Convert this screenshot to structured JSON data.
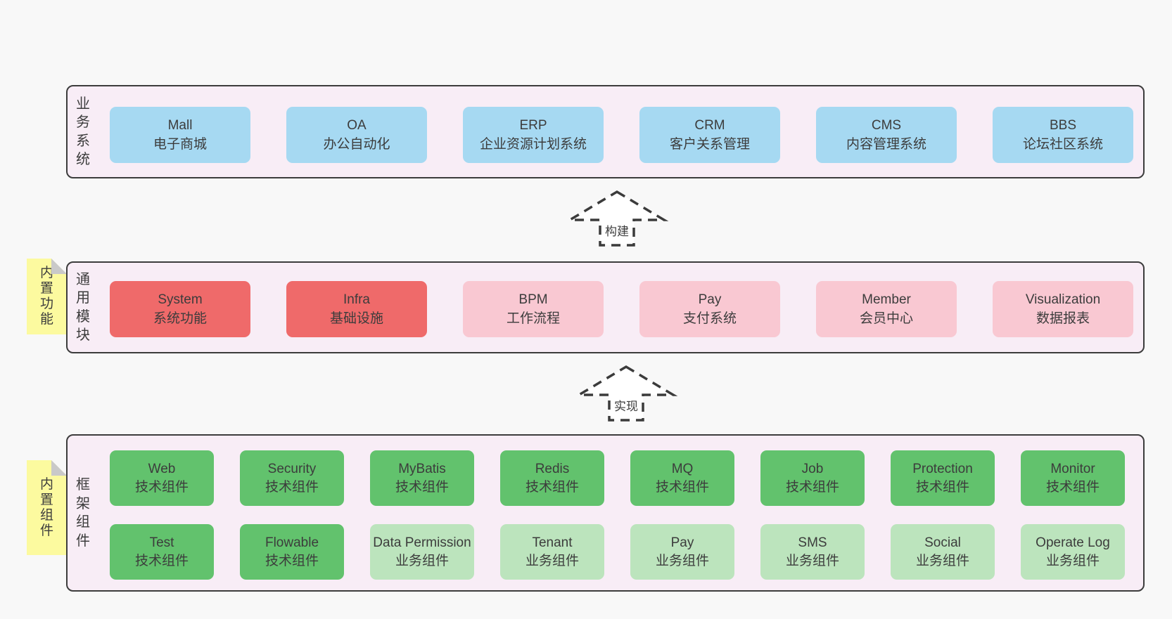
{
  "colors": {
    "page_bg": "#f8f8f8",
    "section_bg": "#f8edf6",
    "section_border": "#3c3c3c",
    "blue": "#a6d9f2",
    "red": "#ef6a6a",
    "pink": "#f9c8d2",
    "green": "#62c26d",
    "light_green": "#bce4bd",
    "note_yellow": "#fcfa9f",
    "note_fold": "#c9c9c9",
    "text_dark": "#3c3c3c",
    "arrow_line": "#3b3b3b"
  },
  "sections": {
    "business": {
      "label": "业务系统",
      "boxes": [
        {
          "title": "Mall",
          "subtitle": "电子商城"
        },
        {
          "title": "OA",
          "subtitle": "办公自动化"
        },
        {
          "title": "ERP",
          "subtitle": "企业资源计划系统"
        },
        {
          "title": "CRM",
          "subtitle": "客户关系管理"
        },
        {
          "title": "CMS",
          "subtitle": "内容管理系统"
        },
        {
          "title": "BBS",
          "subtitle": "论坛社区系统"
        }
      ]
    },
    "modules": {
      "label": "通用模块",
      "note": "内置功能",
      "boxes": [
        {
          "title": "System",
          "subtitle": "系统功能"
        },
        {
          "title": "Infra",
          "subtitle": "基础设施"
        },
        {
          "title": "BPM",
          "subtitle": "工作流程"
        },
        {
          "title": "Pay",
          "subtitle": "支付系统"
        },
        {
          "title": "Member",
          "subtitle": "会员中心"
        },
        {
          "title": "Visualization",
          "subtitle": "数据报表"
        }
      ]
    },
    "framework": {
      "label": "框架组件",
      "note": "内置组件",
      "row1": [
        {
          "title": "Web",
          "subtitle": "技术组件"
        },
        {
          "title": "Security",
          "subtitle": "技术组件"
        },
        {
          "title": "MyBatis",
          "subtitle": "技术组件"
        },
        {
          "title": "Redis",
          "subtitle": "技术组件"
        },
        {
          "title": "MQ",
          "subtitle": "技术组件"
        },
        {
          "title": "Job",
          "subtitle": "技术组件"
        },
        {
          "title": "Protection",
          "subtitle": "技术组件"
        },
        {
          "title": "Monitor",
          "subtitle": "技术组件"
        }
      ],
      "row2": [
        {
          "title": "Test",
          "subtitle": "技术组件"
        },
        {
          "title": "Flowable",
          "subtitle": "技术组件"
        },
        {
          "title": "Data Permission",
          "subtitle": "业务组件"
        },
        {
          "title": "Tenant",
          "subtitle": "业务组件"
        },
        {
          "title": "Pay",
          "subtitle": "业务组件"
        },
        {
          "title": "SMS",
          "subtitle": "业务组件"
        },
        {
          "title": "Social",
          "subtitle": "业务组件"
        },
        {
          "title": "Operate Log",
          "subtitle": "业务组件"
        }
      ]
    }
  },
  "arrows": {
    "build": "构建",
    "implement": "实现"
  }
}
